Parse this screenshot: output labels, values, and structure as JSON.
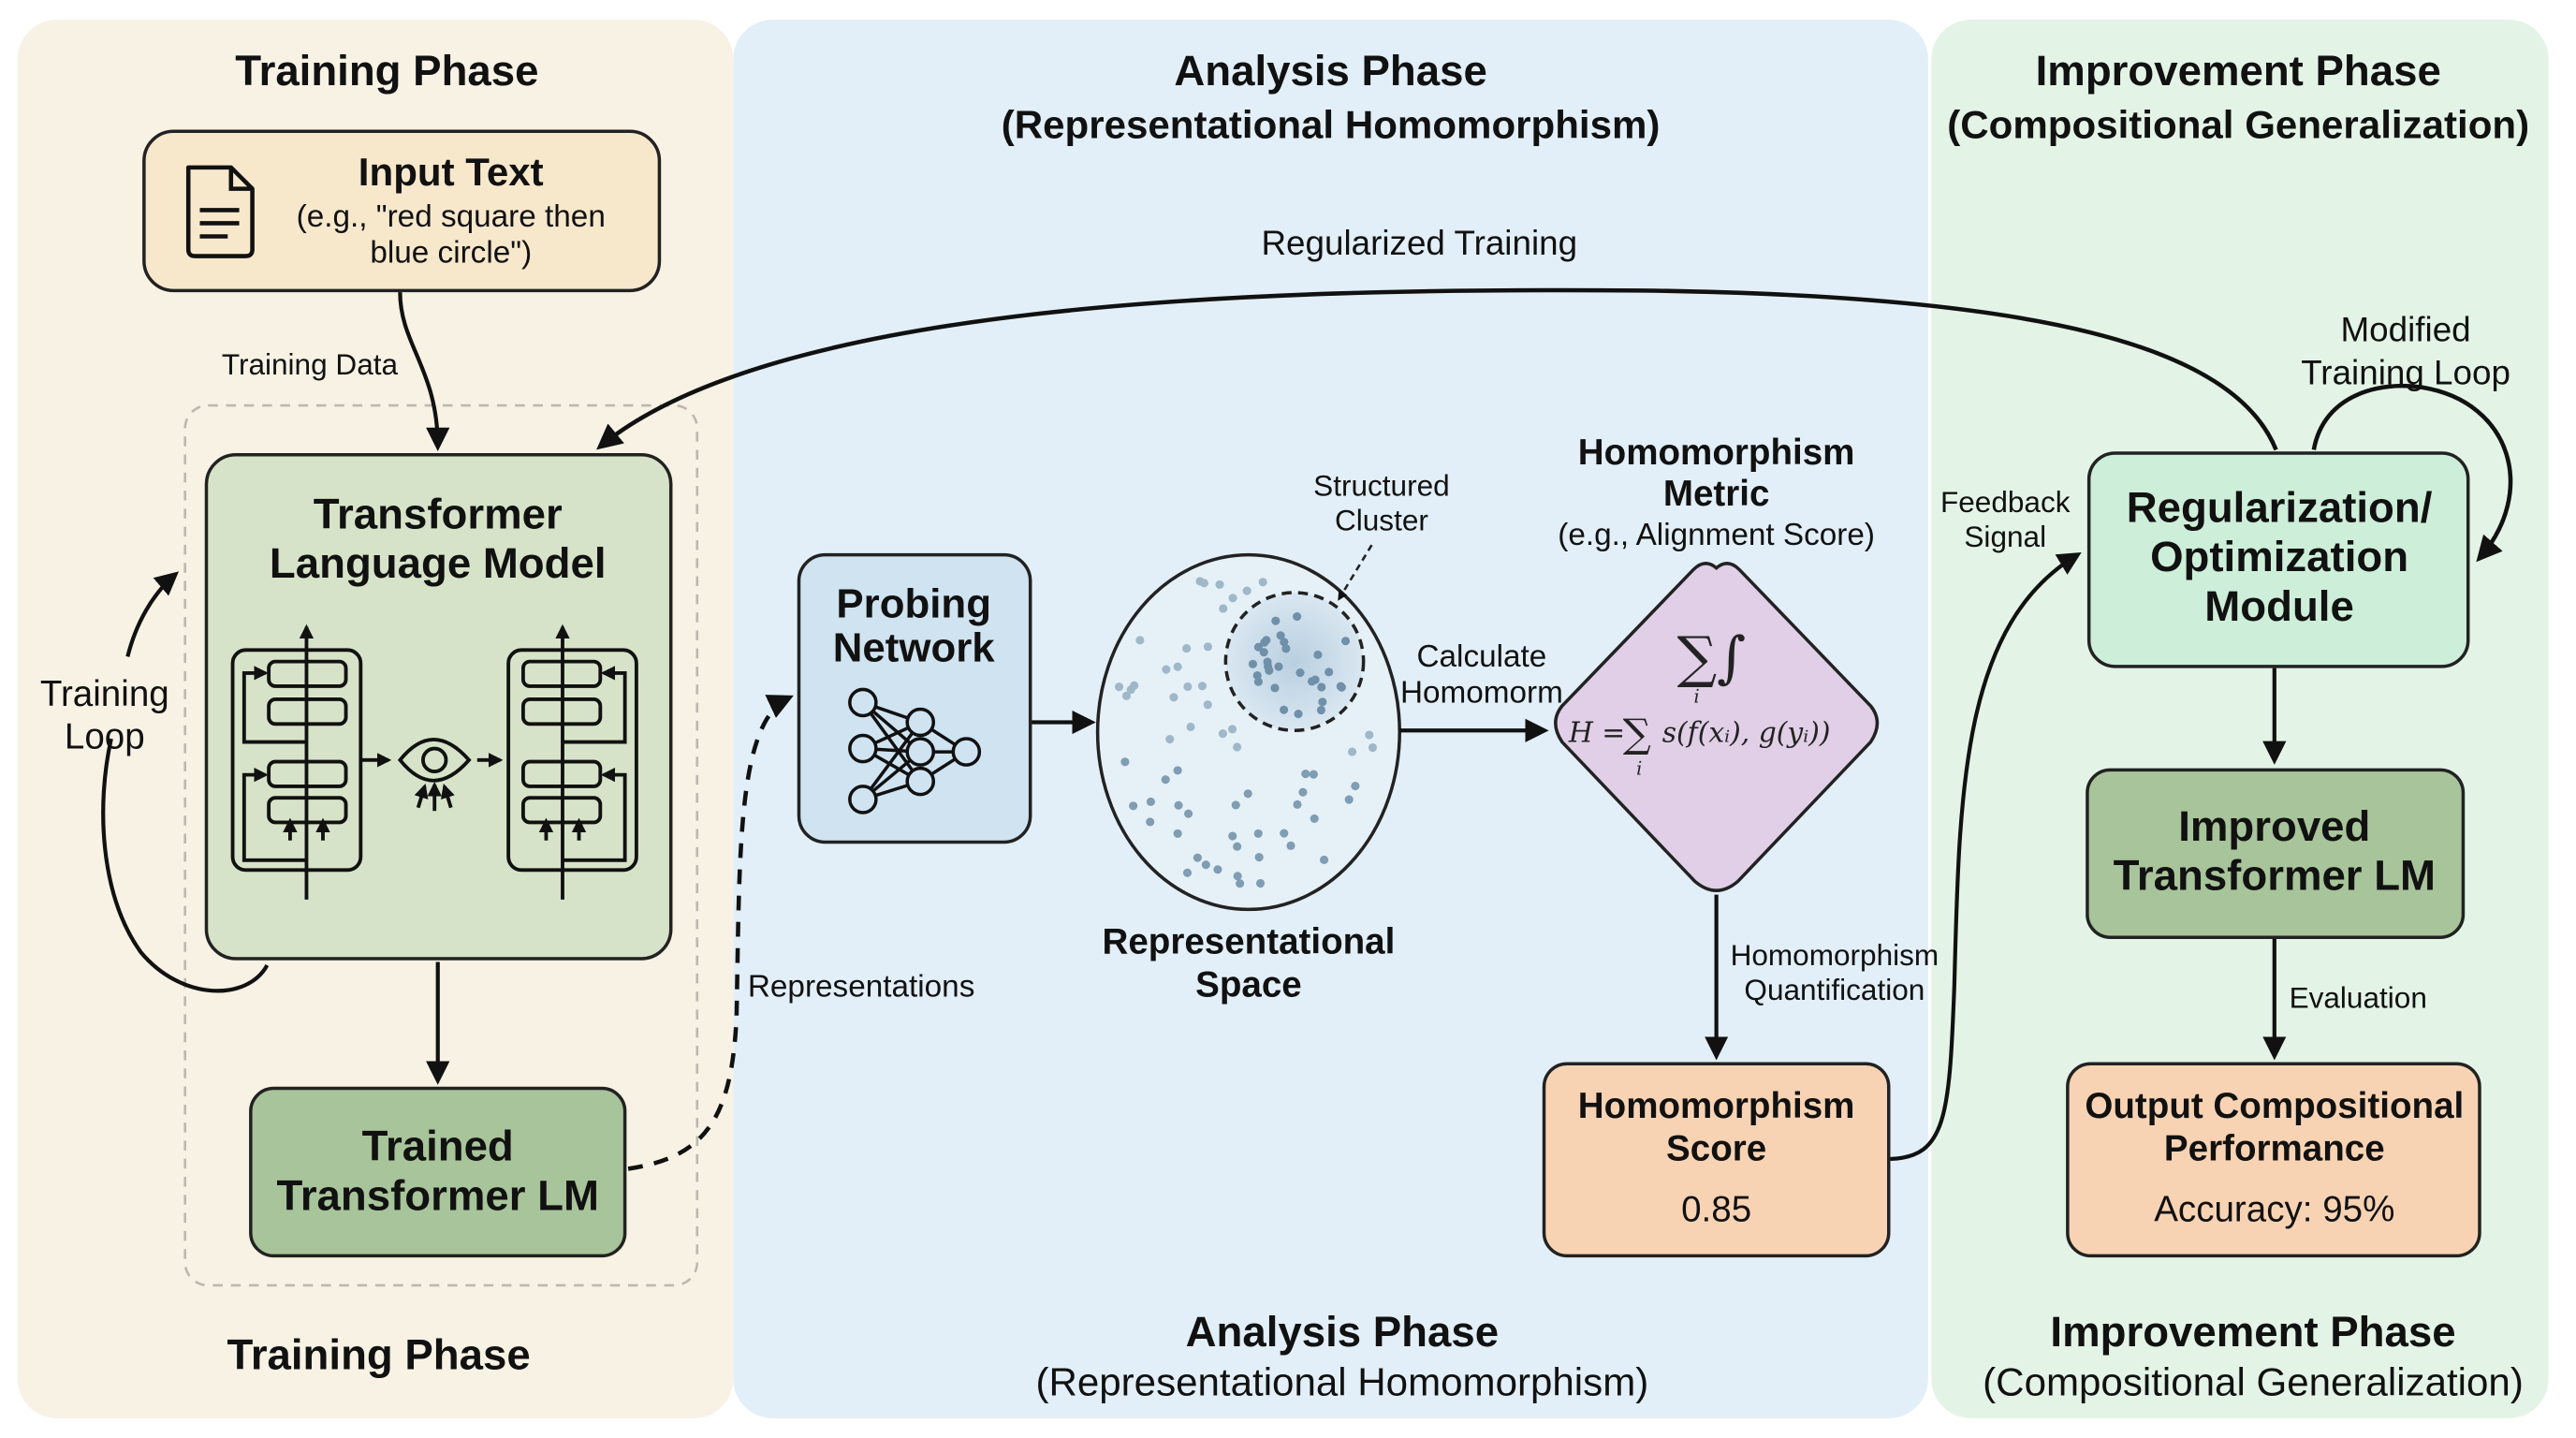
{
  "phases": {
    "training": {
      "title": "Training Phase",
      "footer": "Training Phase",
      "bg": "#f7f2e4"
    },
    "analysis": {
      "title": "Analysis Phase",
      "subtitle": "(Representational Homomorphism)",
      "footer": "Analysis Phase",
      "footer_subtitle": "(Representational Homomorphism)",
      "bg": "#e2eff8"
    },
    "improvement": {
      "title": "Improvement Phase",
      "subtitle": "(Compositional Generalization)",
      "footer": "Improvement Phase",
      "footer_subtitle": "(Compositional Generalization)",
      "bg": "#e3f4e6"
    }
  },
  "nodes": {
    "input_text": {
      "title": "Input Text",
      "line1": "(e.g., \"red square then",
      "line2": "blue circle\")",
      "icon": "document-icon",
      "fill": "#f7e8cc"
    },
    "transformer": {
      "line1": "Transformer",
      "line2": "Language Model",
      "icon": "transformer-architecture-icon",
      "fill": "#d6e3c8"
    },
    "trained": {
      "line1": "Trained",
      "line2": "Transformer LM",
      "fill": "#a8c49a"
    },
    "probing": {
      "line1": "Probing",
      "line2": "Network",
      "icon": "neural-network-icon",
      "fill": "#cfe3f1"
    },
    "rep_space": {
      "line1": "Representational",
      "line2": "Space",
      "cluster_label_1": "Structured",
      "cluster_label_2": "Cluster"
    },
    "metric": {
      "line1": "Homomorphism",
      "line2": "Metric",
      "line3": "(e.g., Alignment Score)",
      "symbols": "∑∫",
      "sub_i": "i",
      "formula_lhs": "H = ",
      "formula_sum": "∑",
      "formula_rhs": "s(f(xᵢ), g(yᵢ))",
      "fill": "#e0cfe6"
    },
    "score": {
      "line1": "Homomorphism",
      "line2": "Score",
      "value": "0.85",
      "fill": "#f8d3b3"
    },
    "regularization": {
      "line1": "Regularization/",
      "line2": "Optimization",
      "line3": "Module",
      "fill": "#cdeed8"
    },
    "improved": {
      "line1": "Improved",
      "line2": "Transformer LM",
      "fill": "#a8c49a"
    },
    "output": {
      "line1": "Output Compositional",
      "line2": "Performance",
      "value": "Accuracy: 95%",
      "fill": "#f8d3b3"
    }
  },
  "edges": {
    "training_data": "Training Data",
    "training_loop_1": "Training",
    "training_loop_2": "Loop",
    "representations": "Representations",
    "calculate_1": "Calculate",
    "calculate_2": "Homomorm",
    "quantification_1": "Homomorphism",
    "quantification_2": "Quantification",
    "feedback_1": "Feedback",
    "feedback_2": "Signal",
    "regularized_training": "Regularized Training",
    "modified_loop_1": "Modified",
    "modified_loop_2": "Training Loop",
    "evaluation": "Evaluation"
  }
}
